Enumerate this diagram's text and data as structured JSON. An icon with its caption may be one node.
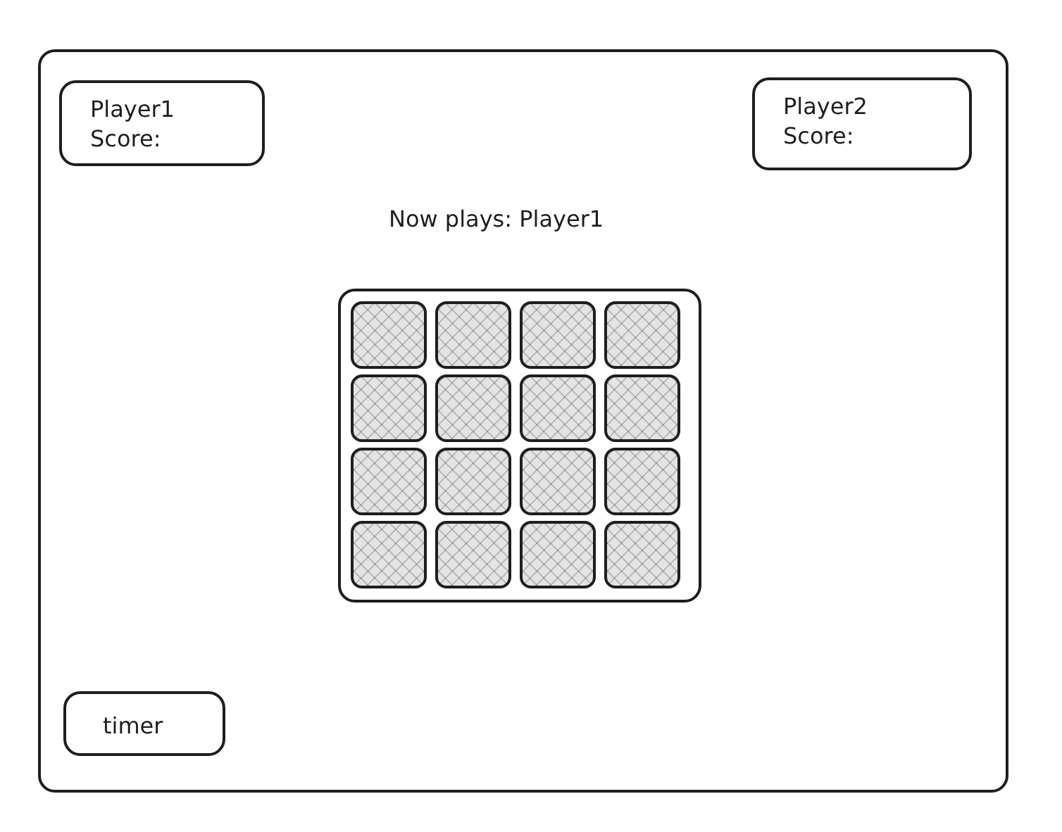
{
  "diagram": {
    "nodes": [
      {
        "text": [],
        "shape": "box"
      },
      {
        "text": [
          "Player1",
          "Score:"
        ],
        "in": 0
      },
      {
        "text": [
          "Player2",
          "Score:"
        ],
        "in": 0
      },
      {
        "text": [],
        "shape": "box",
        "in": 0
      },
      {
        "text": [],
        "shape": "box",
        "in": 3
      },
      {
        "text": [],
        "shape": "box",
        "in": 3
      },
      {
        "text": [],
        "shape": "box",
        "in": 3
      },
      {
        "text": [],
        "shape": "box",
        "in": 3
      },
      {
        "text": [],
        "shape": "box",
        "in": 3
      },
      {
        "text": [],
        "shape": "box",
        "in": 3
      },
      {
        "text": [],
        "shape": "box",
        "in": 3
      },
      {
        "text": [],
        "shape": "box",
        "in": 3
      },
      {
        "text": [],
        "shape": "box",
        "in": 3
      },
      {
        "text": [],
        "shape": "box",
        "in": 3
      },
      {
        "text": [],
        "shape": "box",
        "in": 3
      },
      {
        "text": [],
        "shape": "box",
        "in": 3
      },
      {
        "text": [],
        "shape": "box",
        "in": 3
      },
      {
        "text": [],
        "shape": "box",
        "in": 3
      },
      {
        "text": [],
        "shape": "box",
        "in": 3
      },
      {
        "text": [],
        "shape": "box",
        "in": 3
      },
      {
        "text": [
          "timer"
        ],
        "in": 0
      }
    ],
    "labels": [
      "Now plays: Player1"
    ]
  }
}
